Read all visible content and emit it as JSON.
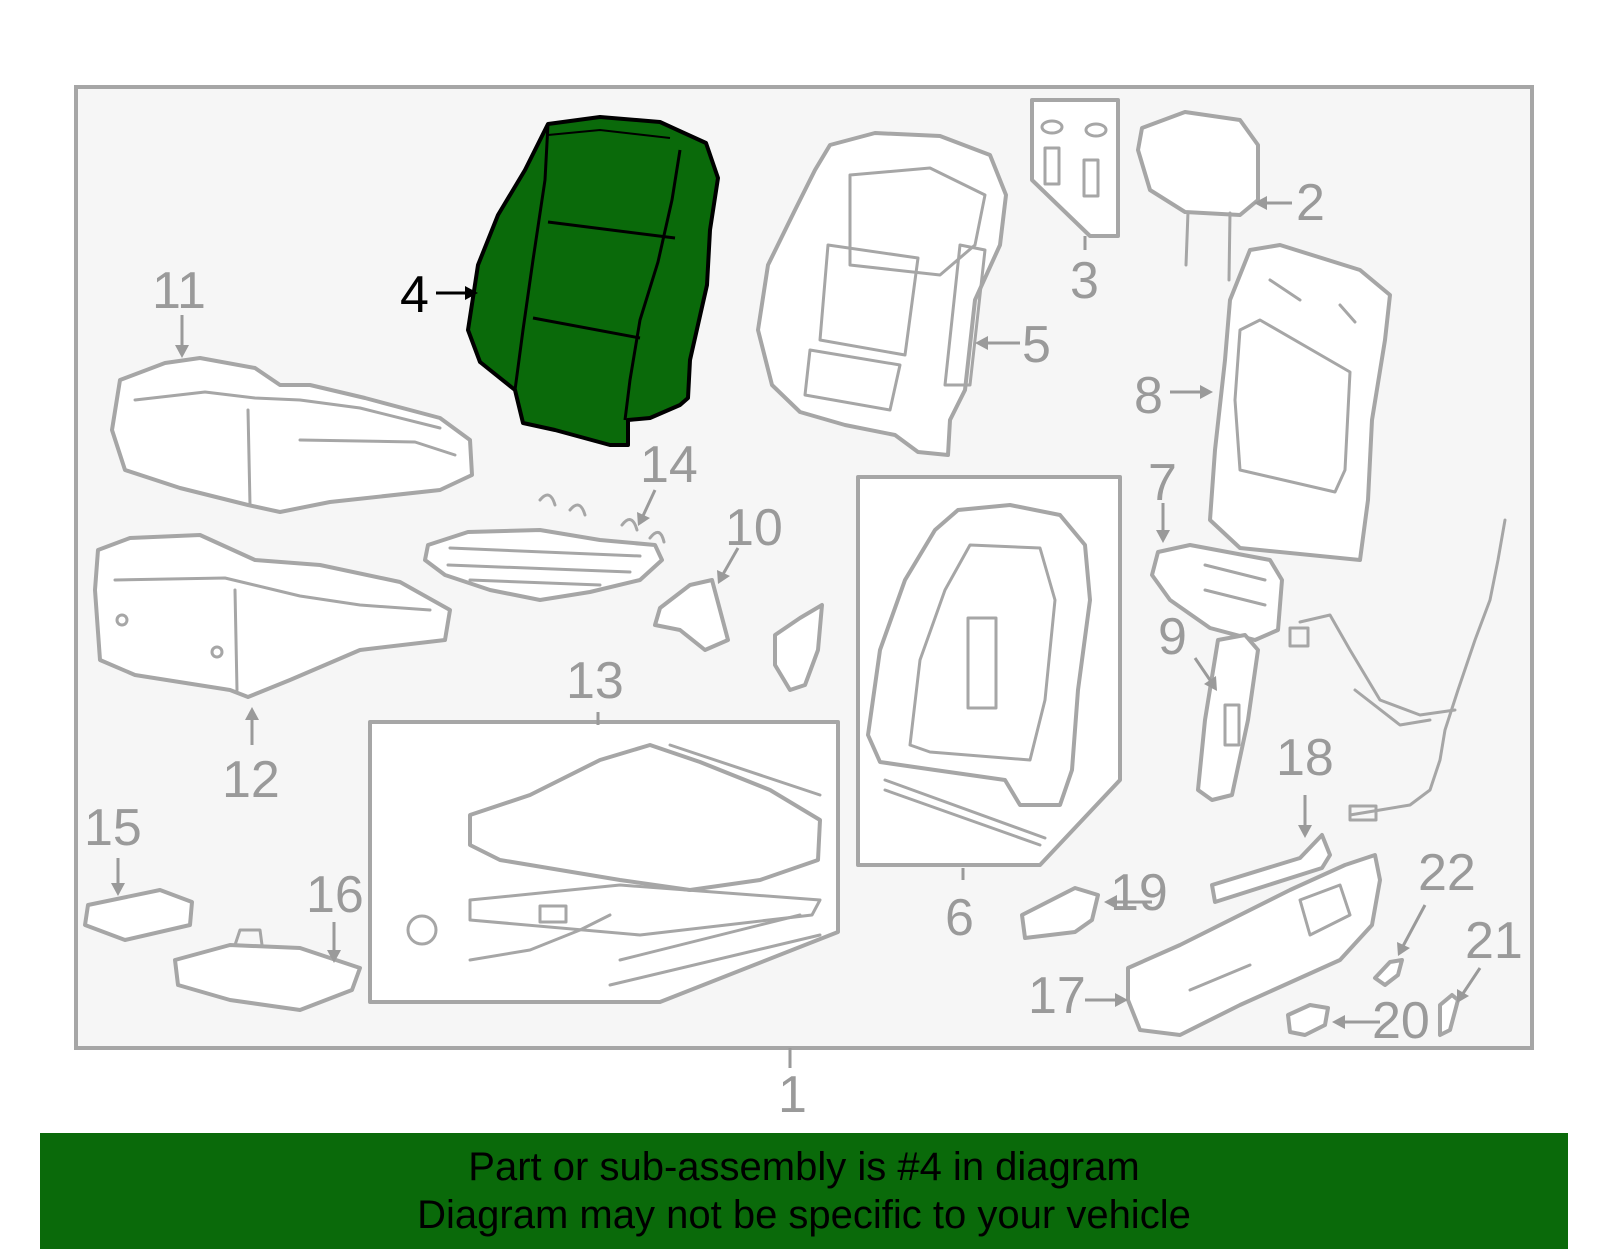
{
  "diagram": {
    "callouts": [
      "1",
      "2",
      "3",
      "4",
      "5",
      "6",
      "7",
      "8",
      "9",
      "10",
      "11",
      "12",
      "13",
      "14",
      "15",
      "16",
      "17",
      "18",
      "19",
      "20",
      "21",
      "22"
    ],
    "highlighted_callout": "4",
    "highlight_color": "#0a6a0a",
    "line_color": "#a6a6a6"
  },
  "banner": {
    "line1": "Part or sub-assembly is #4 in diagram",
    "line2": "Diagram may not be specific to your vehicle",
    "background": "#0a6a0a"
  }
}
